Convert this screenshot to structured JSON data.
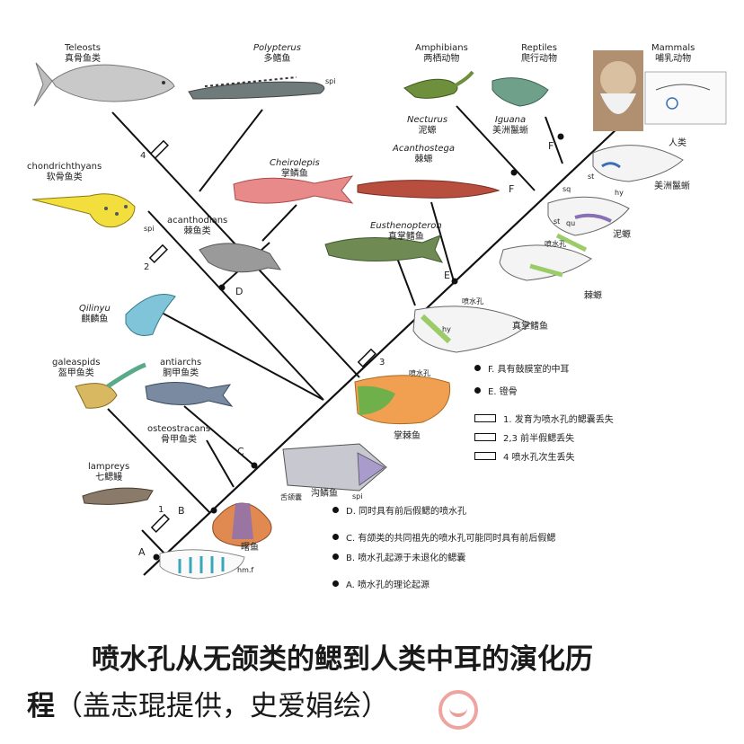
{
  "taxa": {
    "teleosts": {
      "en": "Teleosts",
      "cn": "真骨鱼类"
    },
    "polypterus": {
      "en": "Polypterus",
      "cn": "多鳍鱼",
      "tag": "spi"
    },
    "amphibians": {
      "en": "Amphibians",
      "cn": "两栖动物"
    },
    "reptiles": {
      "en": "Reptiles",
      "cn": "爬行动物"
    },
    "mammals": {
      "en": "Mammals",
      "cn": "哺乳动物"
    },
    "chondrichthyans": {
      "en": "chondrichthyans",
      "cn": "软骨鱼类",
      "tag": "spi"
    },
    "cheirolepis": {
      "en": "Cheirolepis",
      "cn": "掌鳞鱼"
    },
    "necturus": {
      "en": "Necturus",
      "cn": "泥螈"
    },
    "iguana": {
      "en": "Iguana",
      "cn": "美洲鬣蜥"
    },
    "acanthostega": {
      "en": "Acanthostega",
      "cn": "棘螈"
    },
    "acanthodians": {
      "en": "acanthodians",
      "cn": "棘鱼类"
    },
    "eusthenopteron": {
      "en": "Eusthenopteron",
      "cn": "真掌鳍鱼"
    },
    "qilinyu": {
      "en": "Qilinyu",
      "cn": "麒麟鱼"
    },
    "galeaspids": {
      "en": "galeaspids",
      "cn": "盔甲鱼类"
    },
    "antiarchs": {
      "en": "antiarchs",
      "cn": "胴甲鱼类"
    },
    "osteostracans": {
      "en": "osteostracans",
      "cn": "骨甲鱼类"
    },
    "lampreys": {
      "en": "lampreys",
      "cn": "七鳃鳗"
    }
  },
  "skull_labels": {
    "human": "人类",
    "iguana": "美洲鬣蜥",
    "necturus": "泥螈",
    "acanthostega": "棘螈",
    "eusthenopteron": "真掌鳍鱼",
    "zhangjiyu": "掌棘鱼",
    "gouliyu": "沟鳞鱼",
    "shuyu": "曙鱼",
    "spiracle_a": "喷水孔",
    "spiracle_b": "喷水孔",
    "spiracle_c": "喷水孔",
    "tongue_sac": "舌颌囊",
    "spi": "spi",
    "hmf": "hm.f",
    "sq": "sq",
    "st": "st",
    "qu": "qu",
    "hy_a": "hy",
    "hy_b": "hy",
    "st_b": "st"
  },
  "node_letters": [
    "A",
    "B",
    "C",
    "D",
    "E",
    "F",
    "F"
  ],
  "bar_numbers": [
    "1",
    "2",
    "3",
    "4"
  ],
  "legend": [
    {
      "kind": "dot",
      "text": "F. 具有鼓膜室的中耳"
    },
    {
      "kind": "dot",
      "text": "E. 镫骨"
    },
    {
      "kind": "box",
      "text": "1. 发育为喷水孔的鳃囊丢失"
    },
    {
      "kind": "box",
      "text": "2,3 前半假鳃丢失"
    },
    {
      "kind": "box",
      "text": "4 喷水孔次生丢失"
    }
  ],
  "node_notes": [
    "D. 同时具有前后假鳃的喷水孔",
    "C. 有颌类的共同祖先的喷水孔可能同时具有前后假鳃",
    "B. 喷水孔起源于未退化的鳃囊",
    "A. 喷水孔的理论起源"
  ],
  "caption": {
    "line1": "喷水孔从无颌类的鳃到人类中耳的演化历",
    "line2a": "程",
    "line2b": "（盖志琨提供，史爱娟绘）"
  },
  "colors": {
    "line": "#111111",
    "teal": "#3aa6b9",
    "green": "#9ccc6a",
    "orange": "#f0a050",
    "purple": "#8a6fb5",
    "pink": "#e27a7a",
    "yellow": "#e8d64a"
  }
}
